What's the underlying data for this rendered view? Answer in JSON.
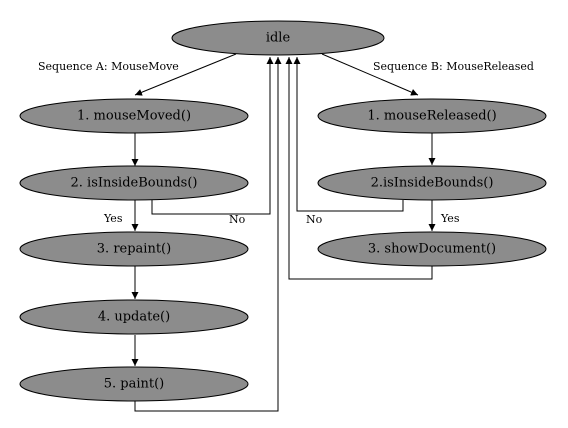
{
  "diagram": {
    "nodes": {
      "idle": "idle",
      "a_mouse_moved": "1. mouseMoved()",
      "a_is_inside_bounds": "2. isInsideBounds()",
      "a_repaint": "3. repaint()",
      "a_update": "4. update()",
      "a_paint": "5. paint()",
      "b_mouse_released": "1. mouseReleased()",
      "b_is_inside_bounds": "2.isInsideBounds()",
      "b_show_document": "3. showDocument()"
    },
    "sequence_labels": {
      "a": "Sequence A: MouseMove",
      "b": "Sequence B: MouseReleased"
    },
    "edge_labels": {
      "a_yes": "Yes",
      "a_no": "No",
      "b_yes": "Yes",
      "b_no": "No"
    },
    "colors": {
      "node_fill": "#8c8c8c",
      "stroke": "#000000",
      "background": "#ffffff"
    }
  }
}
